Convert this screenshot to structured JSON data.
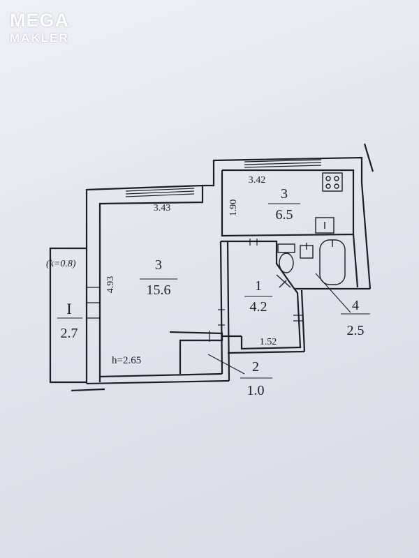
{
  "logo": {
    "line1": "MEGA",
    "line2": "MAKLER"
  },
  "plan": {
    "colors": {
      "ink": "#1d1d24",
      "paper": "#e9ebf1"
    },
    "rooms": [
      {
        "id": "living-room",
        "number": "3",
        "area": "15.6"
      },
      {
        "id": "kitchen",
        "number": "3",
        "area": "6.5"
      },
      {
        "id": "hallway",
        "number": "1",
        "area": "4.2"
      },
      {
        "id": "closet",
        "number": "2",
        "area": "1.0"
      },
      {
        "id": "bathroom",
        "number": "4",
        "area": "2.5"
      },
      {
        "id": "balcony",
        "number": "I",
        "area": "2.7"
      }
    ],
    "dimensions": {
      "living_width": "3.43",
      "living_depth": "4.93",
      "kitchen_width": "3.42",
      "kitchen_depth": "1.90",
      "hall_width": "1.52",
      "ceiling_height": "h=2.65",
      "balcony_coef": "(k=0.8)"
    }
  }
}
